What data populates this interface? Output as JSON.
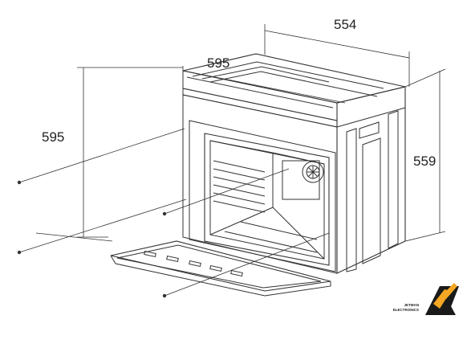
{
  "dimensions": {
    "top_depth": "554",
    "top_width": "595",
    "left_height": "595",
    "right_height": "559"
  },
  "logo": {
    "line1": "JETMAN",
    "line2": "ELECTRONICS",
    "accent_color": "#f5a623",
    "dark_color": "#1a1a1a"
  },
  "colors": {
    "line": "#333333"
  }
}
